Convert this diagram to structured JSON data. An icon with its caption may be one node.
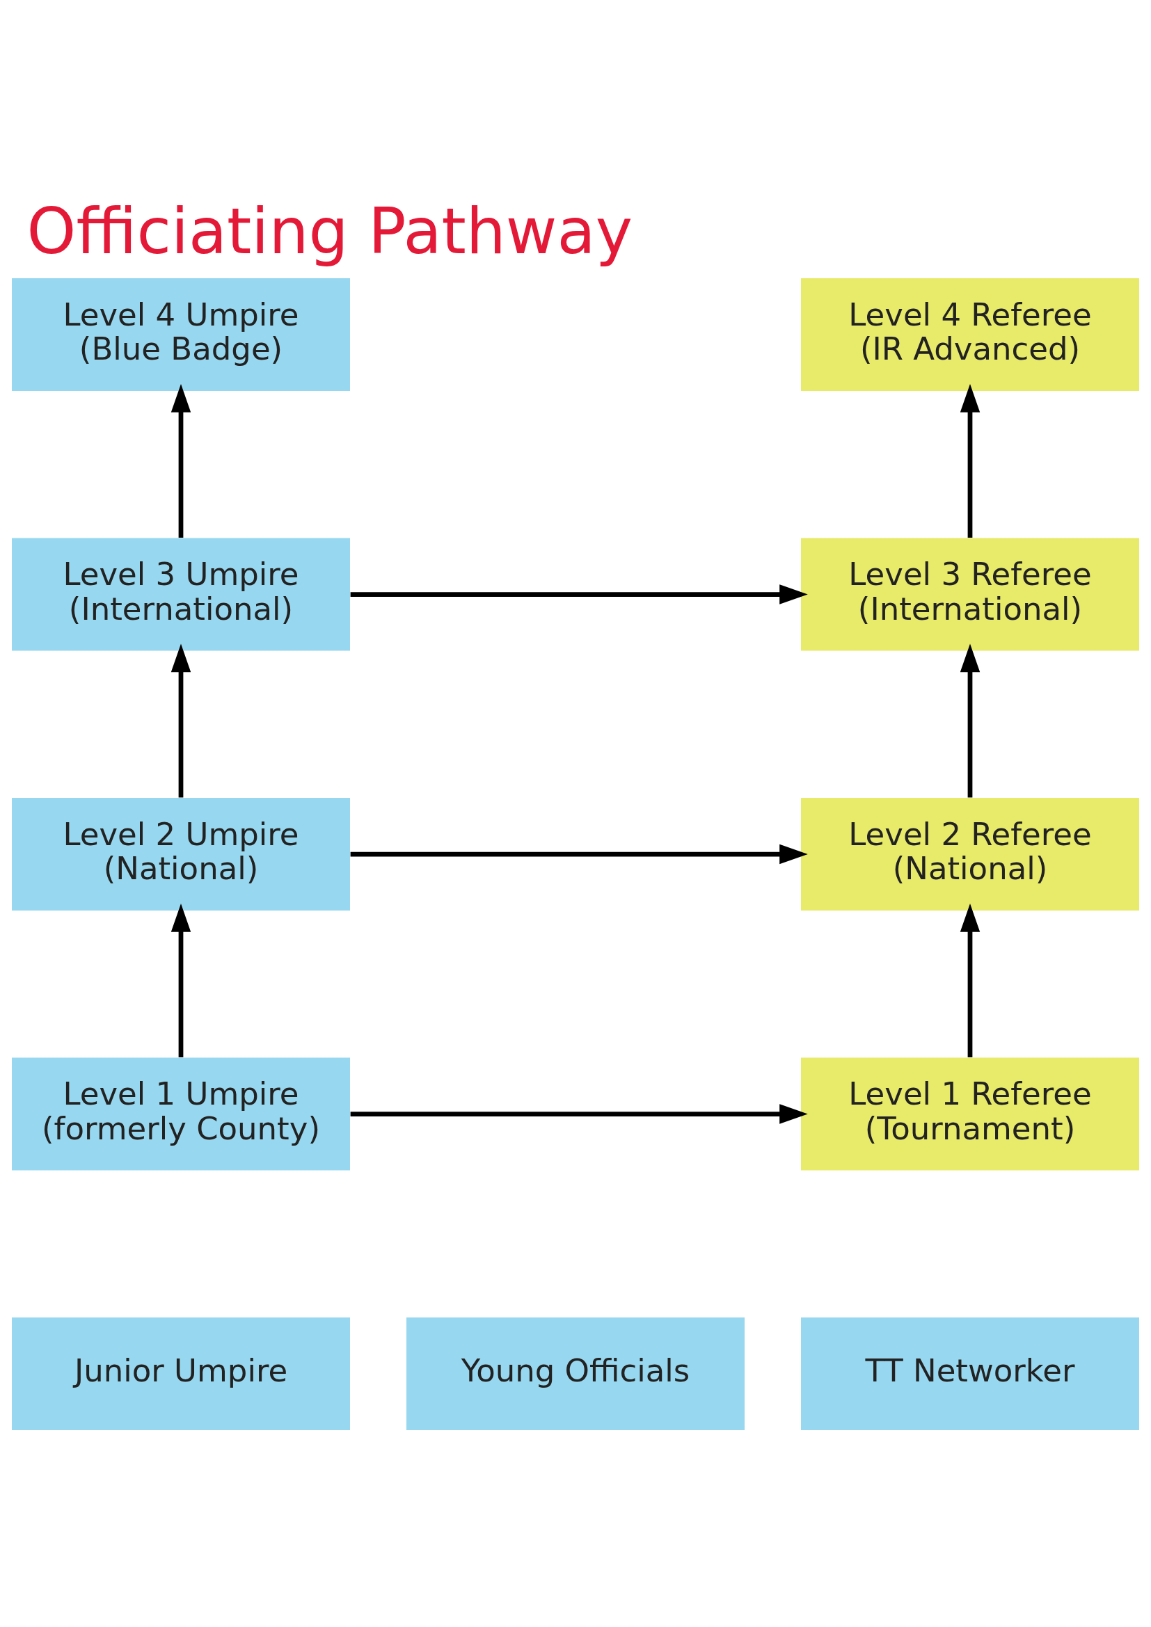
{
  "diagram": {
    "title": "Officiating Pathway",
    "nodes": [
      {
        "text": [
          "Level 4 Umpire",
          "(Blue Badge)"
        ]
      },
      {
        "text": [
          "Level 4 Referee",
          "(IR Advanced)"
        ]
      },
      {
        "text": [
          "Level 3 Umpire",
          "(International)"
        ]
      },
      {
        "text": [
          "Level 3 Referee",
          "(International)"
        ]
      },
      {
        "text": [
          "Level 2 Umpire",
          "(National)"
        ]
      },
      {
        "text": [
          "Level 2 Referee",
          "(National)"
        ]
      },
      {
        "text": [
          "Level 1 Umpire",
          "(formerly County)"
        ]
      },
      {
        "text": [
          "Level 1 Referee",
          "(Tournament)"
        ]
      },
      {
        "text": [
          "Junior Umpire"
        ]
      },
      {
        "text": [
          "Young Officials"
        ]
      },
      {
        "text": [
          "TT Networker"
        ]
      }
    ],
    "edges": [
      {
        "from": 2,
        "to": 0,
        "arrow": "to"
      },
      {
        "from": 3,
        "to": 1,
        "arrow": "to"
      },
      {
        "from": 2,
        "to": 3,
        "arrow": "to"
      },
      {
        "from": 4,
        "to": 2,
        "arrow": "to"
      },
      {
        "from": 5,
        "to": 3,
        "arrow": "to"
      },
      {
        "from": 4,
        "to": 5,
        "arrow": "to"
      },
      {
        "from": 6,
        "to": 4,
        "arrow": "to"
      },
      {
        "from": 7,
        "to": 5,
        "arrow": "to"
      },
      {
        "from": 6,
        "to": 7,
        "arrow": "to"
      }
    ]
  }
}
